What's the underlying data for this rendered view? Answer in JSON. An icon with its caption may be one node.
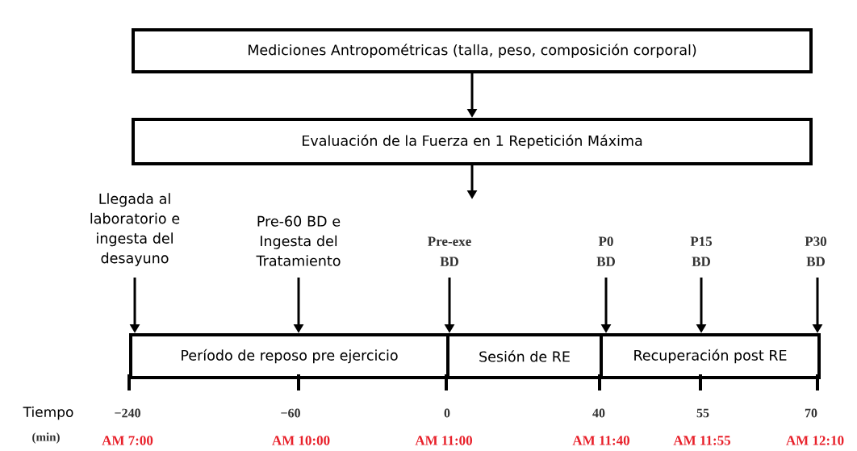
{
  "diagram": {
    "nodes": [
      {
        "text": [
          "Mediciones Antropométricas (talla, peso, composición corporal)"
        ]
      },
      {
        "text": [
          "Evaluación de la Fuerza en 1 Repetición Máxima"
        ]
      },
      {
        "text": [
          "Llegada al laboratorio e ingesta del desayuno"
        ]
      },
      {
        "text": [
          "Pre-60 BD e Ingesta del Tratamiento"
        ]
      },
      {
        "text": [
          "Pre-exe BD"
        ]
      },
      {
        "text": [
          "P0 BD"
        ]
      },
      {
        "text": [
          "P15 BD"
        ]
      },
      {
        "text": [
          "P30 BD"
        ]
      },
      {
        "text": [
          "Período de reposo pre ejercicio"
        ]
      },
      {
        "text": [
          "Sesión de RE"
        ]
      },
      {
        "text": [
          "Recuperación post RE"
        ]
      }
    ],
    "edges": [
      {
        "from": 0,
        "to": 1,
        "arrow": "to"
      },
      {
        "from": 1,
        "to": null,
        "arrow": "to"
      },
      {
        "from": 2,
        "to": 8,
        "arrow": "to"
      },
      {
        "from": 3,
        "to": 8,
        "arrow": "to"
      },
      {
        "from": 4,
        "to": 9,
        "arrow": "to"
      },
      {
        "from": 5,
        "to": 10,
        "arrow": "to"
      },
      {
        "from": 6,
        "to": 10,
        "arrow": "to"
      },
      {
        "from": 7,
        "to": 10,
        "arrow": "to"
      }
    ],
    "labels": [
      "Tiempo",
      "−240",
      "−60",
      "0",
      "40",
      "55",
      "70",
      "(min)",
      "AM 7:00",
      "AM 10:00",
      "AM 11:00",
      "AM 11:40",
      "AM 11:55",
      "AM 12:10"
    ]
  }
}
